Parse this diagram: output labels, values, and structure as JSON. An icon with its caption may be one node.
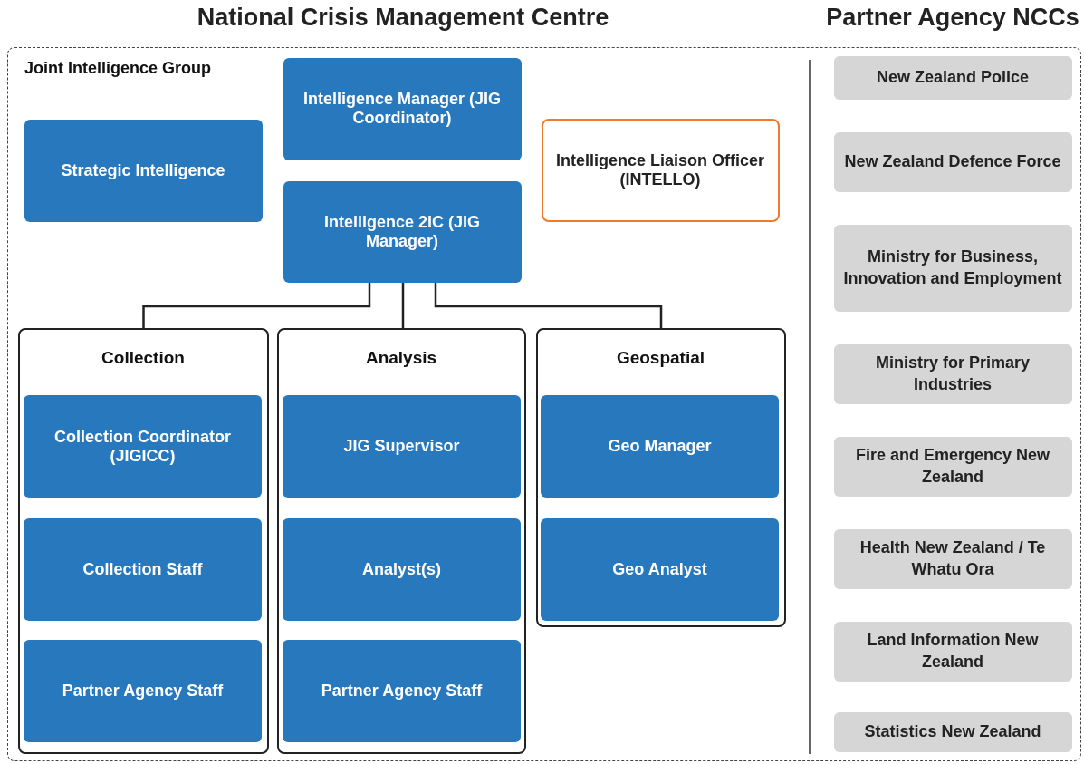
{
  "diagram": {
    "nodes": [
      {
        "text": [
          "Joint Intelligence Group"
        ]
      },
      {
        "text": [
          "Strategic Intelligence"
        ],
        "in": 0
      },
      {
        "text": [
          "Intelligence Manager (JIG Coordinator)"
        ],
        "in": 0
      },
      {
        "text": [
          "Intelligence Liaison Officer (INTELLO)"
        ],
        "in": 0
      },
      {
        "text": [
          "Intelligence 2IC (JIG Manager)"
        ],
        "in": 0
      },
      {
        "text": [
          "Collection"
        ],
        "in": 0
      },
      {
        "text": [
          "Collection Coordinator (JIGICC)"
        ],
        "in": 5
      },
      {
        "text": [
          "Collection Staff"
        ],
        "in": 5
      },
      {
        "text": [
          "Partner Agency Staff"
        ],
        "in": 5
      },
      {
        "text": [
          "Analysis"
        ],
        "in": 0
      },
      {
        "text": [
          "JIG Supervisor"
        ],
        "in": 9
      },
      {
        "text": [
          "Analyst(s)"
        ],
        "in": 9
      },
      {
        "text": [
          "Partner Agency Staff"
        ],
        "in": 9
      },
      {
        "text": [
          "Geospatial"
        ],
        "in": 0
      },
      {
        "text": [
          "Geo Manager"
        ],
        "in": 13
      },
      {
        "text": [
          "Geo Analyst"
        ],
        "in": 13
      },
      {
        "text": [
          "New Zealand Police"
        ],
        "in": 0
      },
      {
        "text": [
          "New Zealand Defence Force"
        ],
        "in": 0
      },
      {
        "text": [
          "Ministry for Business, Innovation and Employment"
        ],
        "in": 0
      },
      {
        "text": [
          "Ministry for Primary Industries"
        ],
        "in": 0
      },
      {
        "text": [
          "Fire and Emergency New Zealand"
        ],
        "in": 0
      },
      {
        "text": [
          "Health New Zealand / Te Whatu Ora"
        ],
        "in": 0
      },
      {
        "text": [
          "Land Information New Zealand"
        ],
        "in": 0
      },
      {
        "text": [
          "Statistics New Zealand"
        ],
        "in": 0
      }
    ],
    "edges": [
      {
        "from": 4,
        "to": 5,
        "arrow": "none"
      },
      {
        "from": 4,
        "to": 9,
        "arrow": "none"
      },
      {
        "from": 4,
        "to": 13,
        "arrow": "none"
      }
    ],
    "labels": [
      "National Crisis Management Centre",
      "Partner Agency NCCs"
    ]
  }
}
